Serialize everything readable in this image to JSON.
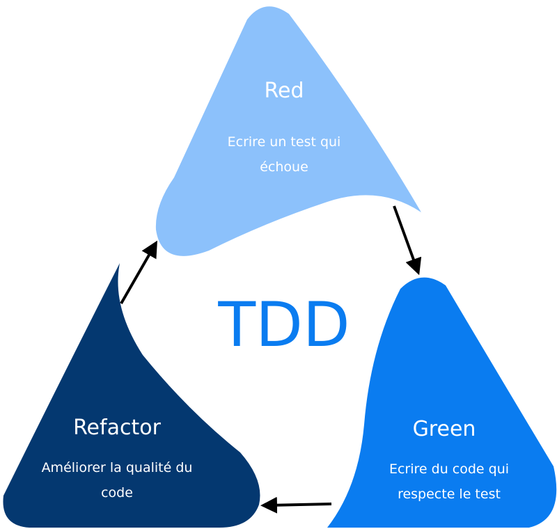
{
  "center": {
    "title": "TDD",
    "color": "#0a7cf0"
  },
  "stages": {
    "red": {
      "title": "Red",
      "line1": "Ecrire un test qui",
      "line2": "échoue",
      "color": "#8cc1fb"
    },
    "green": {
      "title": "Green",
      "line1": "Ecrire du code qui",
      "line2": "respecte le test",
      "color": "#0a7cf0"
    },
    "refactor": {
      "title": "Refactor",
      "line1": "Améliorer la qualité du",
      "line2": "code",
      "color": "#043870"
    }
  },
  "arrow_color": "#000000",
  "text_color": "#ffffff"
}
